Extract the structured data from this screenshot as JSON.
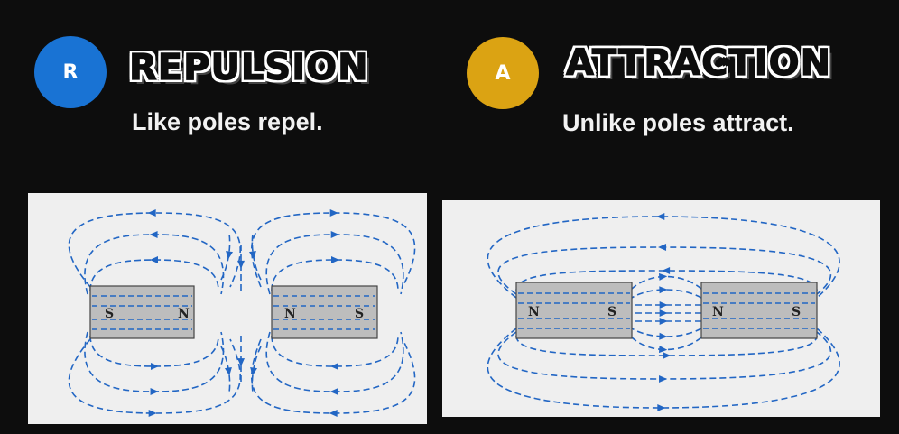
{
  "repulsion": {
    "badge": "R",
    "title": "REPULSION",
    "subtitle": "Like poles repel.",
    "magnet_left": {
      "left_pole": "S",
      "right_pole": "N"
    },
    "magnet_right": {
      "left_pole": "N",
      "right_pole": "S"
    }
  },
  "attraction": {
    "badge": "A",
    "title": "ATTRACTION",
    "subtitle": "Unlike poles attract.",
    "magnet_left": {
      "left_pole": "N",
      "right_pole": "S"
    },
    "magnet_right": {
      "left_pole": "N",
      "right_pole": "S"
    }
  },
  "colors": {
    "background": "#0d0d0d",
    "badge_r": "#1973d4",
    "badge_a": "#dba313",
    "panel": "#efefef",
    "field_line": "#2266c4",
    "magnet_fill": "#bdbdbd",
    "magnet_stroke": "#444444"
  },
  "icons": [
    "field-line-arrow-icon"
  ]
}
